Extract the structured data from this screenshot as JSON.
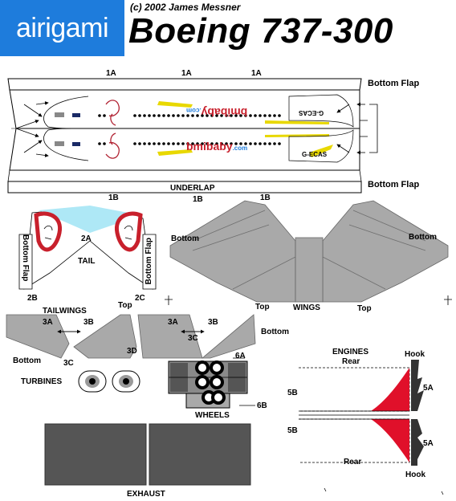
{
  "header": {
    "logo": "airigami",
    "copyright": "(c) 2002 James Messner",
    "title": "Boeing 737-300"
  },
  "fuselage": {
    "tab_1a": "1A",
    "tab_1b": "1B",
    "bottom_flap": "Bottom Flap",
    "underlap": "UNDERLAP",
    "registration": "G-ECAS",
    "livery_main": "bmibaby",
    "livery_suffix": ".com"
  },
  "tail": {
    "label": "TAIL",
    "tab_2a": "2A",
    "tab_2b": "2B",
    "tab_2c": "2C",
    "bottom_flap": "Bottom Flap"
  },
  "wings": {
    "label": "WINGS",
    "bottom": "Bottom",
    "top": "Top"
  },
  "tailwings": {
    "label": "TAILWINGS",
    "tab_3a": "3A",
    "tab_3b": "3B",
    "tab_3c": "3C",
    "tab_3d": "3D",
    "bottom": "Bottom",
    "top": "Top"
  },
  "turbines": {
    "label": "TURBINES"
  },
  "wheels": {
    "label": "WHEELS",
    "tab_6a": "6A",
    "tab_6b": "6B"
  },
  "engines": {
    "label": "ENGINES",
    "rear": "Rear",
    "tab_5a": "5A",
    "tab_5b": "5B",
    "hook": "Hook"
  },
  "exhaust": {
    "label": "EXHAUST"
  },
  "colors": {
    "brand_blue": "#1e7cdc",
    "part_gray": "#a9a9a9",
    "panel_dark": "#555555",
    "engine_red": "#e0102a",
    "tail_cyan": "#aee8f6",
    "livery_red": "#c8202c",
    "stripe_yellow": "#e8d800"
  }
}
